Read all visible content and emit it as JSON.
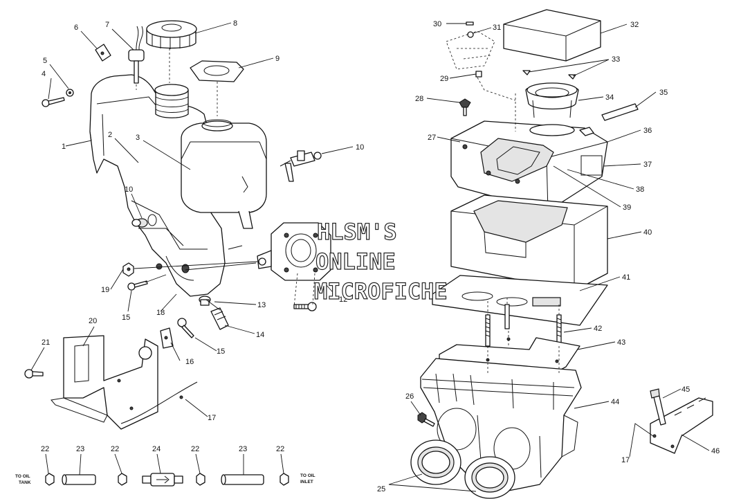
{
  "watermark": {
    "line1": "HLSM'S",
    "line2": "ONLINE",
    "line3": "MICROFICHE"
  },
  "hose_labels": {
    "to_oil_tank_line1": "TO OIL",
    "to_oil_tank_line2": "TANK",
    "to_oil_inlet_line1": "TO OIL",
    "to_oil_inlet_line2": "INLET"
  },
  "callouts": {
    "c1": "1",
    "c2": "2",
    "c3": "3",
    "c4": "4",
    "c5": "5",
    "c6": "6",
    "c7": "7",
    "c8": "8",
    "c9": "9",
    "c10a": "10",
    "c10b": "10",
    "c12": "12",
    "c13": "13",
    "c14": "14",
    "c15a": "15",
    "c15b": "15",
    "c16": "16",
    "c17a": "17",
    "c17b": "17",
    "c18": "18",
    "c19": "19",
    "c20": "20",
    "c21": "21",
    "c22a": "22",
    "c22b": "22",
    "c22c": "22",
    "c22d": "22",
    "c23a": "23",
    "c23b": "23",
    "c24": "24",
    "c25": "25",
    "c26": "26",
    "c27": "27",
    "c28": "28",
    "c29": "29",
    "c30": "30",
    "c31": "31",
    "c32": "32",
    "c33": "33",
    "c34": "34",
    "c35": "35",
    "c36": "36",
    "c37": "37",
    "c38": "38",
    "c39": "39",
    "c40": "40",
    "c41": "41",
    "c42": "42",
    "c43": "43",
    "c44": "44",
    "c45": "45",
    "c46": "46"
  }
}
